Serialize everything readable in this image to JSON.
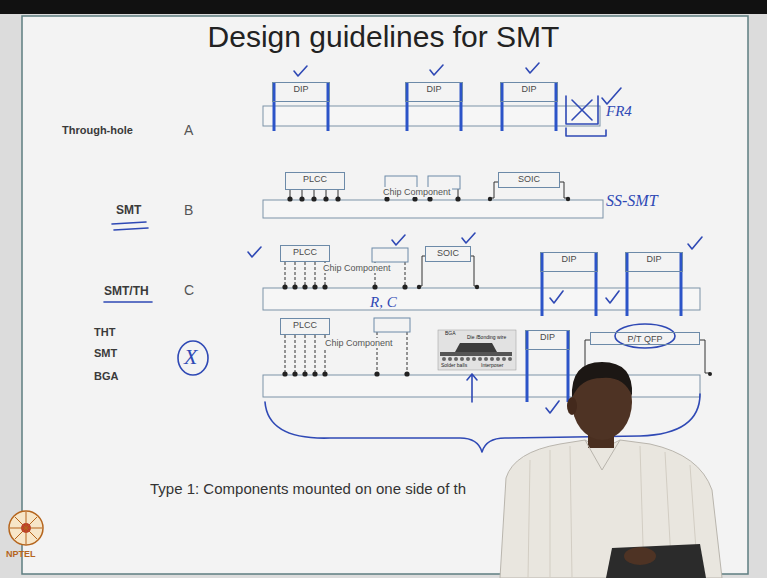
{
  "diagram": {
    "title": "Design guidelines for SMT",
    "caption": "Type 1: Components mounted on one side of th",
    "nodes": [
      {
        "text": [
          "DIP"
        ]
      },
      {
        "text": [
          "DIP"
        ]
      },
      {
        "text": [
          "DIP"
        ]
      },
      {
        "text": [
          "PLCC"
        ]
      },
      {
        "text": [
          "SOIC"
        ]
      },
      {
        "text": [
          "PLCC"
        ]
      },
      {
        "text": [
          "SOIC"
        ]
      },
      {
        "text": [
          "DIP"
        ]
      },
      {
        "text": [
          "DIP"
        ]
      },
      {
        "text": [
          "PLCC"
        ]
      },
      {
        "text": [
          "DIP"
        ]
      },
      {
        "text": [
          "P/T QFP"
        ]
      }
    ],
    "labels": [
      "Through-hole",
      "A",
      "FR4",
      "Chip Component",
      "SMT",
      "B",
      "SS-SMT",
      "Chip Component",
      "SMT/TH",
      "C",
      "R, C",
      "BGA",
      "Die /Bonding wire",
      "Solder balls",
      "Interposer",
      "Chip Component",
      "THT",
      "SMT",
      "BGA",
      "X",
      "NPTEL"
    ]
  }
}
